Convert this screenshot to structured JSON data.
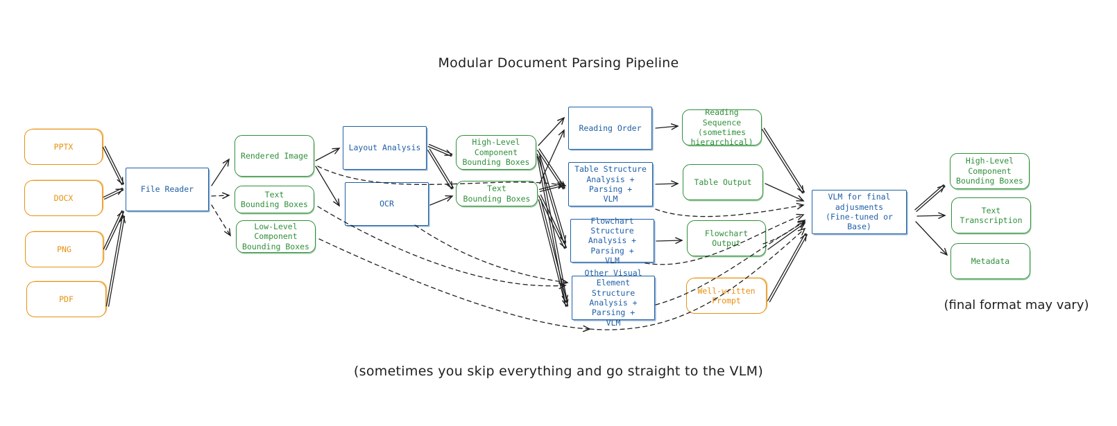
{
  "title": "Modular Document Parsing Pipeline",
  "footer": "(sometimes you skip everything and go straight to the VLM)",
  "side_note": "(final format may vary)",
  "inputs": {
    "pptx": "PPTX",
    "docx": "DOCX",
    "png": "PNG",
    "pdf": "PDF"
  },
  "nodes": {
    "file_reader": "File Reader",
    "rendered_image": "Rendered Image",
    "text_bboxes_1": "Text\nBounding Boxes",
    "low_level_bboxes": "Low-Level\nComponent\nBounding Boxes",
    "layout_analysis": "Layout Analysis",
    "ocr": "OCR",
    "high_level_bboxes_1": "High-Level\nComponent\nBounding Boxes",
    "text_bboxes_2": "Text\nBounding Boxes",
    "reading_order": "Reading Order",
    "table_structure": "Table Structure\nAnalysis + Parsing +\nVLM",
    "flowchart_structure": "Flowchart Structure\nAnalysis + Parsing +\nVLM",
    "other_visual": "Other Visual\nElement Structure\nAnalysis + Parsing +\nVLM",
    "reading_sequence": "Reading Sequence\n(sometimes\nhierarchical)",
    "table_output": "Table Output",
    "flowchart_output": "Flowchart Output",
    "prompt": "Well-written\nPrompt",
    "vlm": "VLM for final\nadjusments\n(Fine-tuned or Base)",
    "out_high_level": "High-Level\nComponent\nBounding Boxes",
    "out_text": "Text Transcription",
    "out_metadata": "Metadata"
  },
  "colors": {
    "input": "#e8900f",
    "data": "#2f8f3a",
    "process": "#1f5fa6",
    "line": "#1e1e1e"
  }
}
